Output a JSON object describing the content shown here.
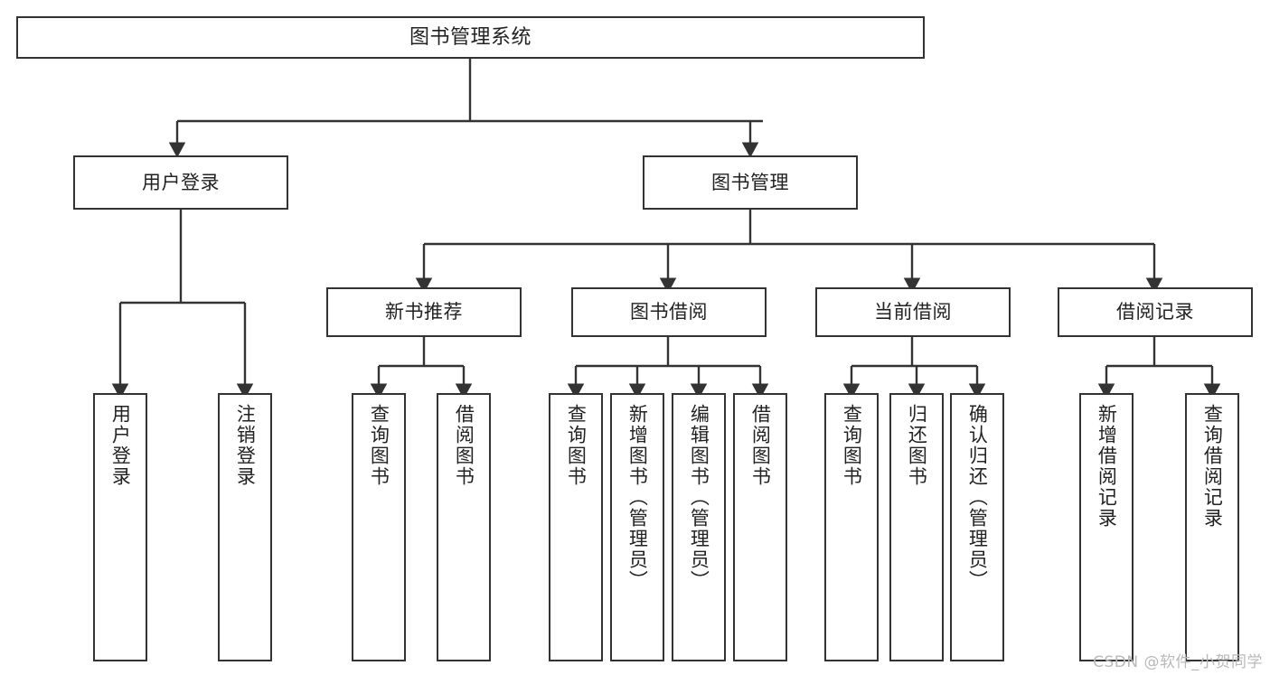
{
  "diagram": {
    "type": "tree",
    "title": "图书管理系统",
    "watermark": "CSDN @软件_小贺同学",
    "colors": {
      "box_border": "#333333",
      "box_fill": "#ffffff",
      "connector": "#333333",
      "text": "#222222",
      "watermark": "#b9b9b9"
    },
    "nodes": {
      "root": {
        "label": "图书管理系统"
      },
      "level2": [
        {
          "id": "user-login",
          "label": "用户登录"
        },
        {
          "id": "book-management",
          "label": "图书管理"
        }
      ],
      "level3": [
        {
          "id": "new-book-recommend",
          "label": "新书推荐"
        },
        {
          "id": "book-borrow",
          "label": "图书借阅"
        },
        {
          "id": "current-borrow",
          "label": "当前借阅"
        },
        {
          "id": "borrow-record",
          "label": "借阅记录"
        }
      ],
      "leaves": {
        "user_login": [
          {
            "id": "leaf-user-login",
            "label": "用户登录"
          },
          {
            "id": "leaf-user-logout",
            "label": "注销登录"
          }
        ],
        "new_book_recommend": [
          {
            "id": "leaf-query-book-1",
            "label": "查询图书"
          },
          {
            "id": "leaf-borrow-book-1",
            "label": "借阅图书"
          }
        ],
        "book_borrow": [
          {
            "id": "leaf-query-book-2",
            "label": "查询图书"
          },
          {
            "id": "leaf-add-book",
            "label": "新增图书（管理员）"
          },
          {
            "id": "leaf-edit-book",
            "label": "编辑图书（管理员）"
          },
          {
            "id": "leaf-borrow-book-2",
            "label": "借阅图书"
          }
        ],
        "current_borrow": [
          {
            "id": "leaf-query-book-3",
            "label": "查询图书"
          },
          {
            "id": "leaf-return-book",
            "label": "归还图书"
          },
          {
            "id": "leaf-confirm-return",
            "label": "确认归还（管理员）"
          }
        ],
        "borrow_record": [
          {
            "id": "leaf-add-record",
            "label": "新增借阅记录"
          },
          {
            "id": "leaf-query-record",
            "label": "查询借阅记录"
          }
        ]
      }
    }
  }
}
